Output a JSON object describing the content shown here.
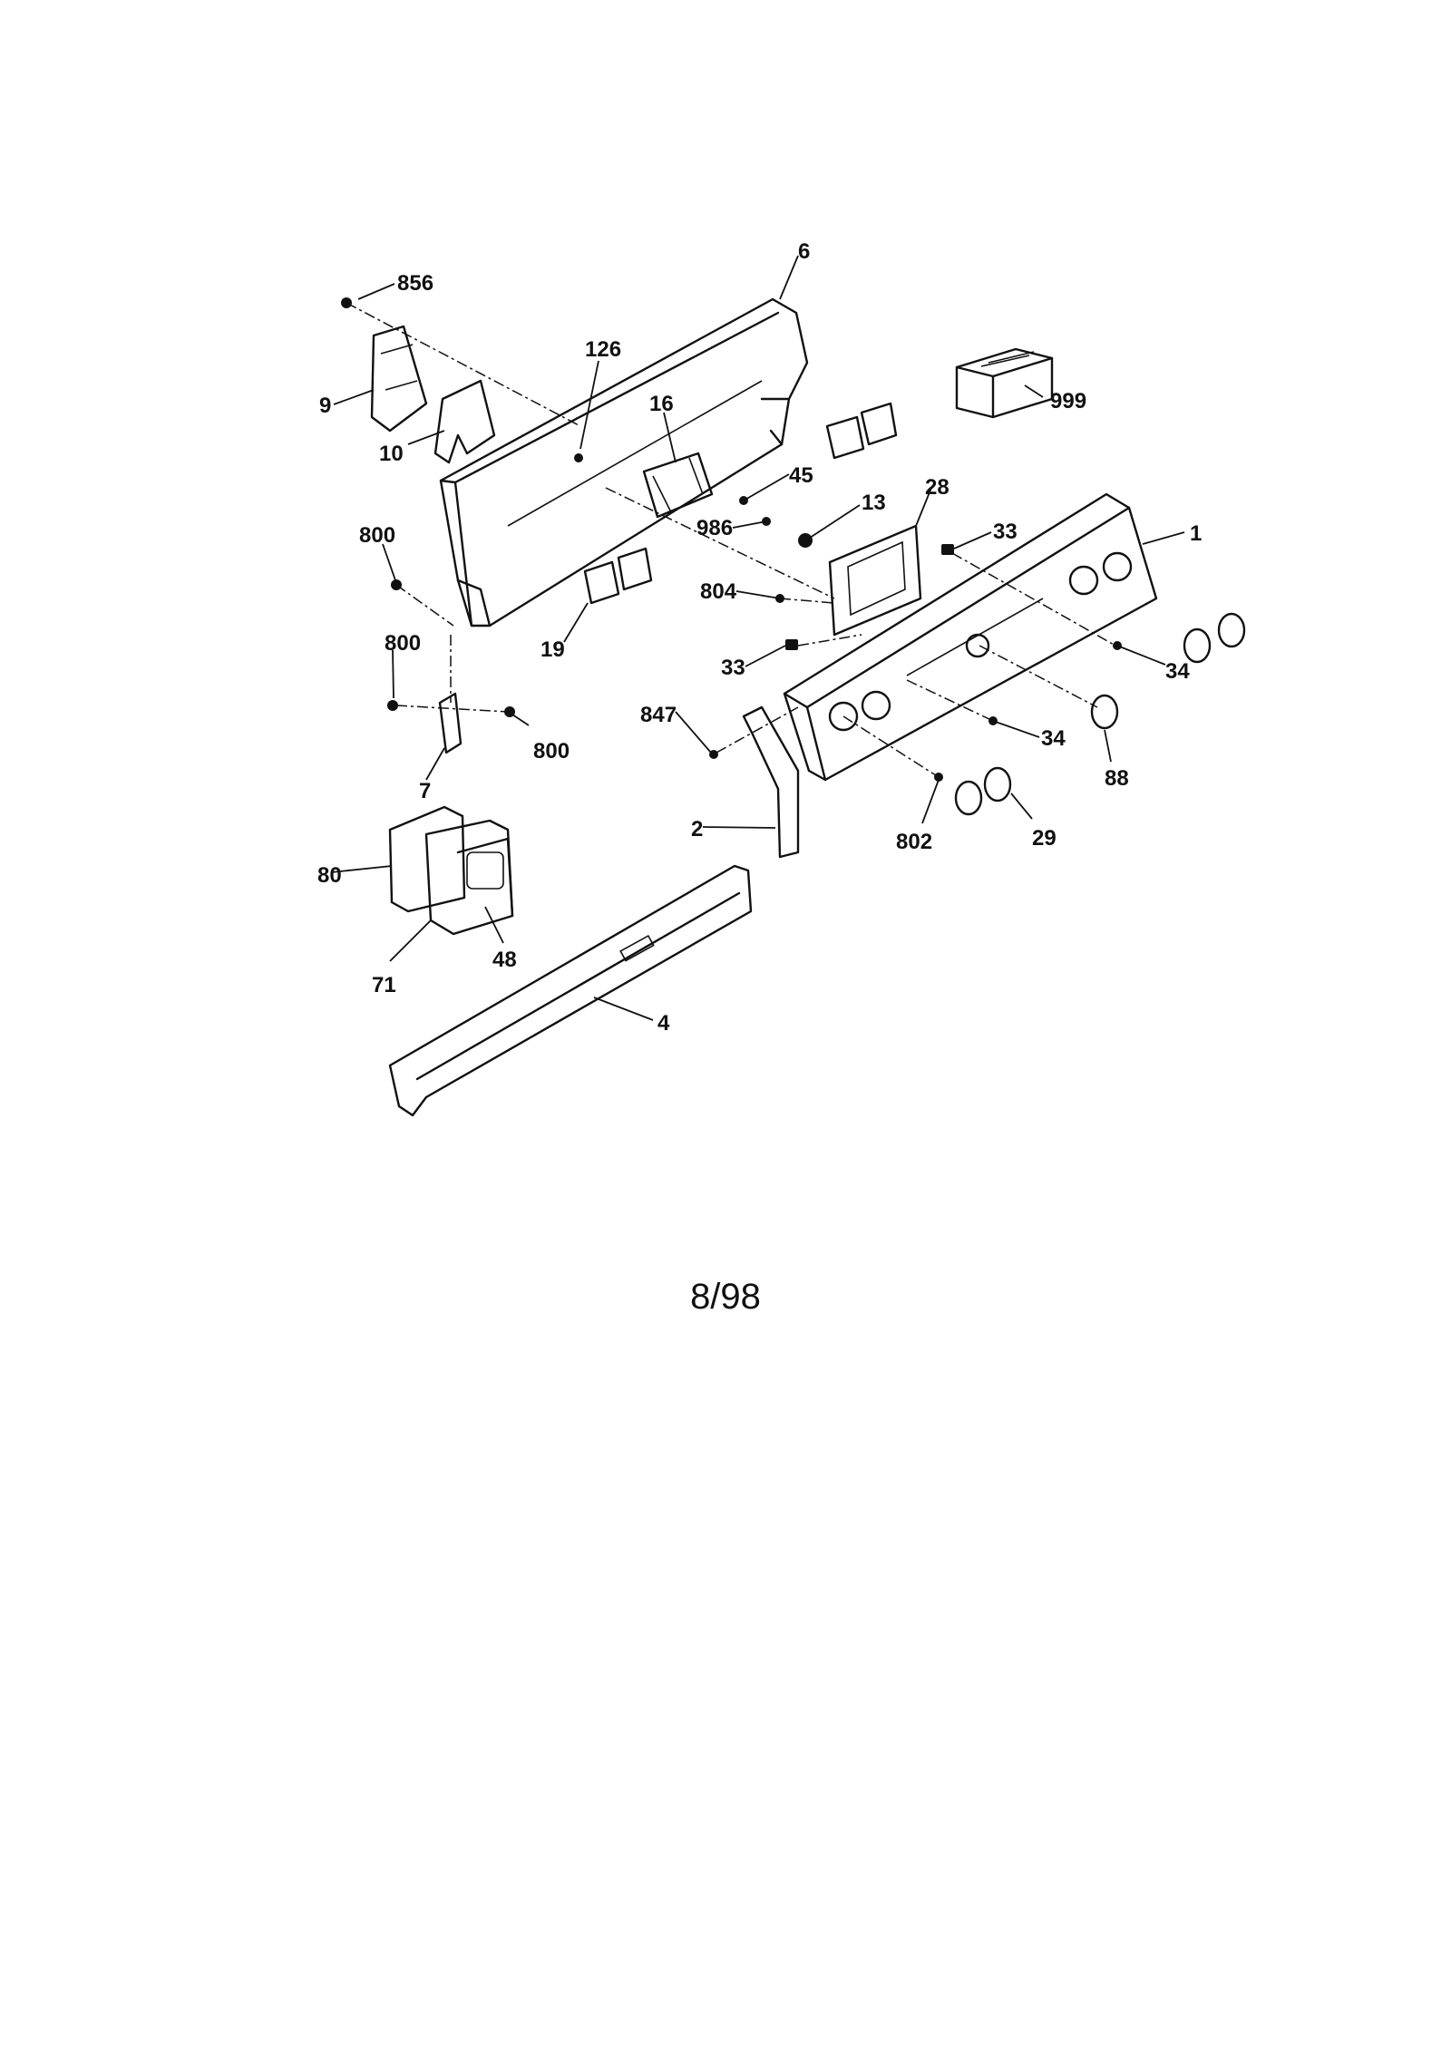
{
  "diagram": {
    "callouts": [
      "856",
      "6",
      "126",
      "999",
      "9",
      "16",
      "10",
      "45",
      "28",
      "800",
      "986",
      "13",
      "33",
      "1",
      "804",
      "19",
      "33",
      "800",
      "34",
      "847",
      "800",
      "34",
      "88",
      "7",
      "2",
      "802",
      "29",
      "80",
      "48",
      "71",
      "4"
    ]
  },
  "footer": {
    "page": "8/98"
  }
}
